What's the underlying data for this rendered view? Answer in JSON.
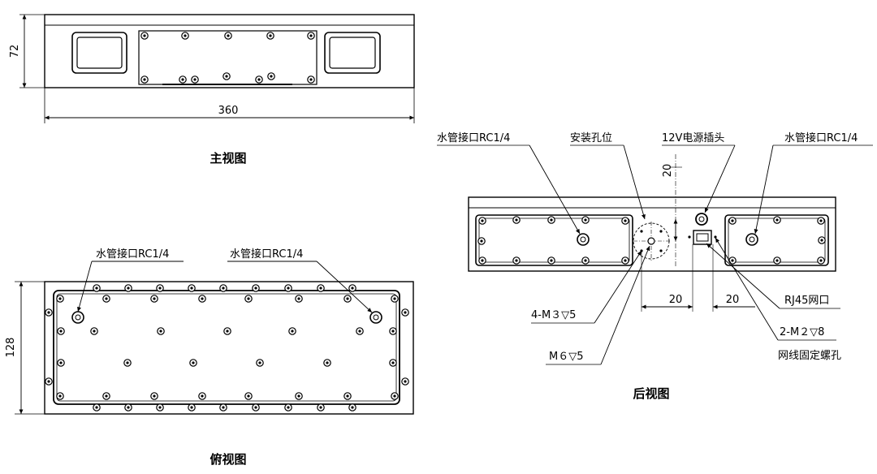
{
  "front_view": {
    "title": "主视图",
    "dim_height": "72",
    "dim_width": "360"
  },
  "top_view": {
    "title": "俯视图",
    "dim_height": "128",
    "label_left": "水管接口RC1/4",
    "label_right": "水管接口RC1/4"
  },
  "back_view": {
    "title": "后视图",
    "label_water_left": "水管接口RC1/4",
    "label_mount": "安装孔位",
    "label_power": "12V电源插头",
    "label_water_right": "水管接口RC1/4",
    "dim_vertical": "20",
    "dim_h1": "20",
    "dim_h2": "20",
    "label_rj45": "RJ45网口",
    "label_m3": "4-M３▽5",
    "label_m2": "2-M２▽8",
    "label_m6": "M６▽5",
    "label_net_screw": "网线固定螺孔"
  }
}
